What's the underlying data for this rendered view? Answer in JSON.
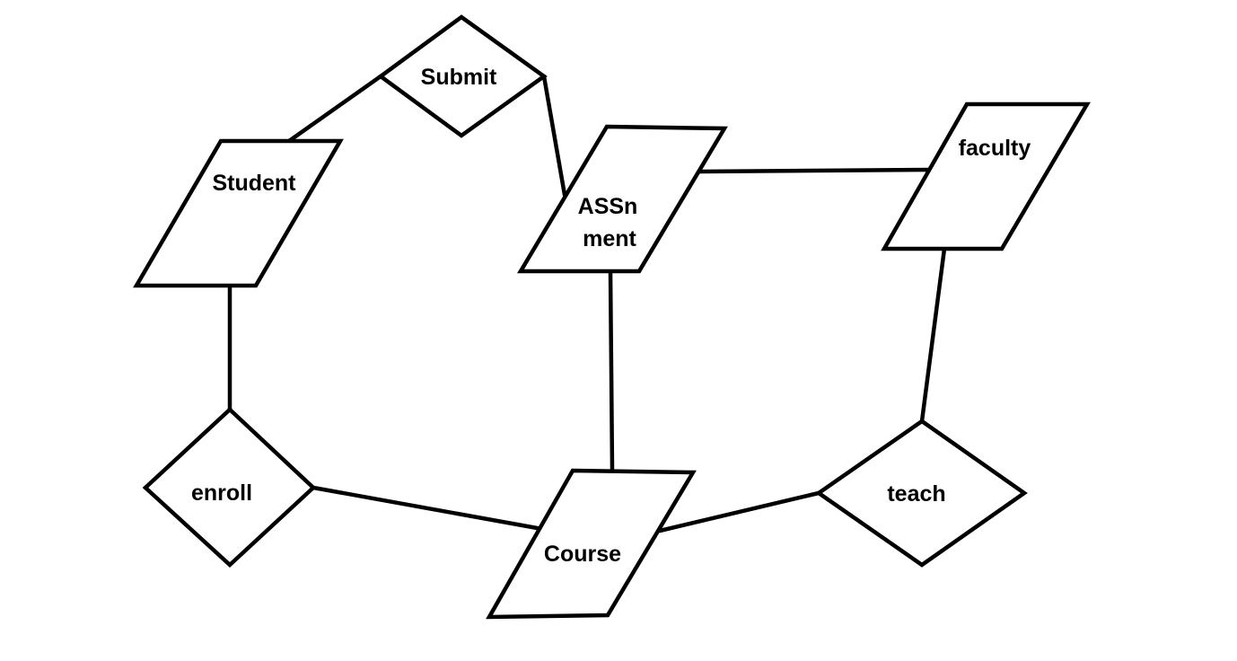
{
  "diagram": {
    "entities": {
      "student": "Student",
      "assignment_line1": "ASSn",
      "assignment_line2": "ment",
      "faculty": "faculty",
      "course": "Course"
    },
    "relationships": {
      "submit": "Submit",
      "enroll": "enroll",
      "teach": "teach"
    }
  }
}
